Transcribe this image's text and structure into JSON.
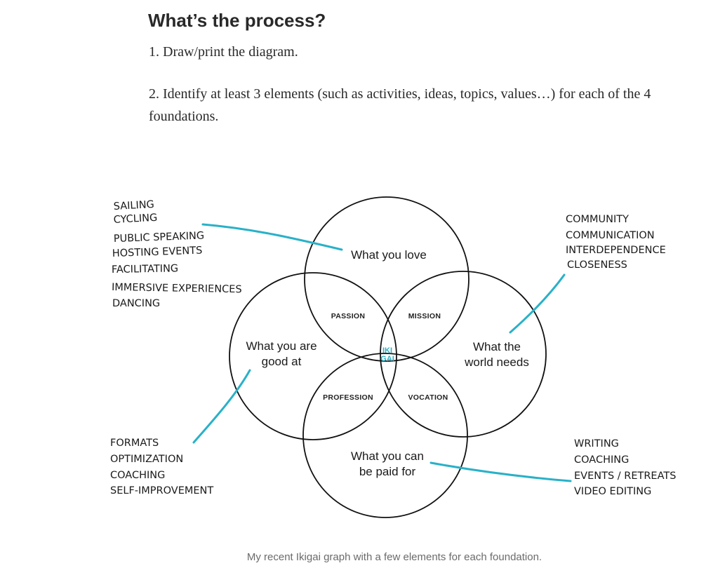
{
  "article": {
    "heading": "What’s the process?",
    "step1": "1. Draw/print the diagram.",
    "step2": "2. Identify at least 3 elements (such as activities, ideas, topics, values…) for each of the 4 foundations.",
    "caption": "My recent Ikigai graph with a few elements for each foundation."
  },
  "diagram": {
    "foundations": {
      "love": "What you love",
      "good_at": [
        "What you are",
        "good at"
      ],
      "world_needs": [
        "What the",
        "world needs"
      ],
      "paid_for": [
        "What you can",
        "be paid for"
      ]
    },
    "overlaps": {
      "passion": "PASSION",
      "mission": "MISSION",
      "profession": "PROFESSION",
      "vocation": "VOCATION"
    },
    "center": [
      "IKI",
      "GAI"
    ],
    "notes": {
      "love": [
        "SAILING",
        "CYCLING",
        "PUBLIC SPEAKING",
        "HOSTING EVENTS",
        "FACILITATING",
        "IMMERSIVE EXPERIENCES",
        "DANCING"
      ],
      "world_needs": [
        "COMMUNITY",
        "COMMUNICATION",
        "INTERDEPENDENCE",
        "CLOSENESS"
      ],
      "good_at": [
        "FORMATS",
        "OPTIMIZATION",
        "COACHING",
        "SELF-IMPROVEMENT"
      ],
      "paid_for": [
        "WRITING",
        "COACHING",
        "EVENTS / RETREATS",
        "VIDEO EDITING"
      ]
    },
    "colors": {
      "ink": "#111111",
      "leader": "#29b1c8",
      "ikigai": "#2ab0c4"
    }
  }
}
